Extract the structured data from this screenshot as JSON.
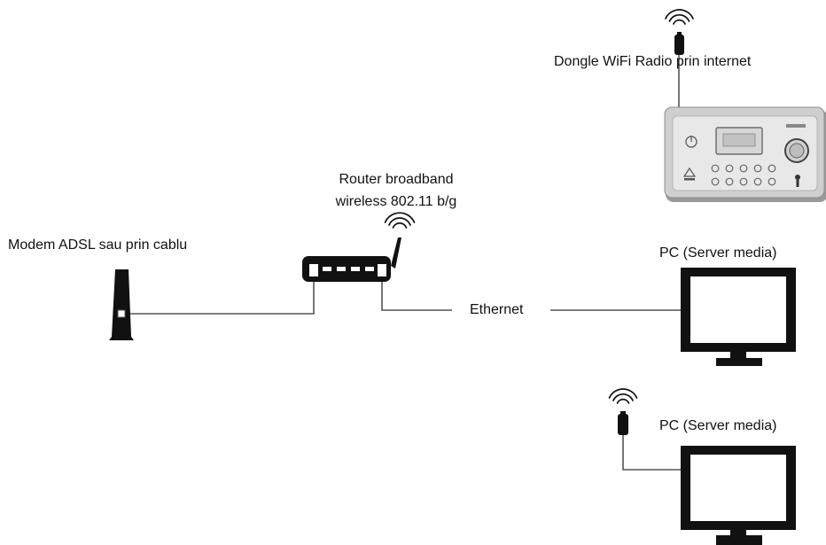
{
  "labels": {
    "modem": "Modem ADSL sau prin cablu",
    "router_line1": "Router broadband",
    "router_line2": "wireless 802.11 b/g",
    "ethernet": "Ethernet",
    "pc_top": "PC (Server media)",
    "pc_bottom": "PC (Server media)",
    "dongle": "Dongle WiFi Radio prin internet"
  },
  "colors": {
    "line": "#555555",
    "device_dark": "#111111",
    "radio_body": "#e4e4e4",
    "radio_frame": "#cfcfcf",
    "radio_shadow": "#9a9a9a"
  },
  "icons": {
    "wifi": "wifi-waves-icon",
    "router": "router-icon",
    "modem": "modem-icon",
    "monitor": "monitor-icon",
    "dongle": "usb-dongle-icon",
    "radio": "internet-radio-icon"
  }
}
